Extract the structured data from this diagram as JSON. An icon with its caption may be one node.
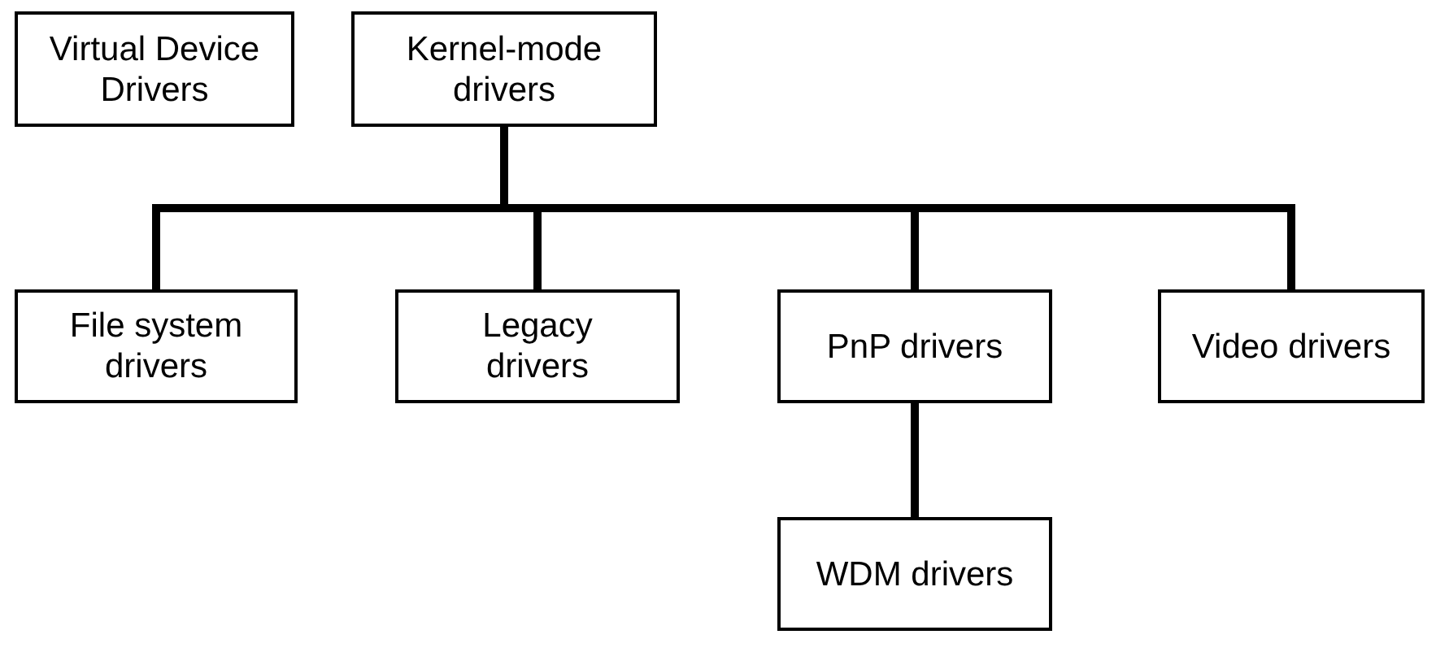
{
  "diagram": {
    "nodes": [
      {
        "text": [
          "Virtual Device Drivers"
        ]
      },
      {
        "text": [
          "Kernel-mode drivers"
        ]
      },
      {
        "text": [
          "File system drivers"
        ]
      },
      {
        "text": [
          "Legacy drivers"
        ]
      },
      {
        "text": [
          "PnP drivers"
        ]
      },
      {
        "text": [
          "Video drivers"
        ]
      },
      {
        "text": [
          "WDM drivers"
        ]
      }
    ],
    "edges": [
      {
        "from": 1,
        "to": 2,
        "arrow": "none"
      },
      {
        "from": 1,
        "to": 3,
        "arrow": "none"
      },
      {
        "from": 1,
        "to": 4,
        "arrow": "none"
      },
      {
        "from": 1,
        "to": 5,
        "arrow": "none"
      },
      {
        "from": 4,
        "to": 6,
        "arrow": "none"
      }
    ]
  }
}
